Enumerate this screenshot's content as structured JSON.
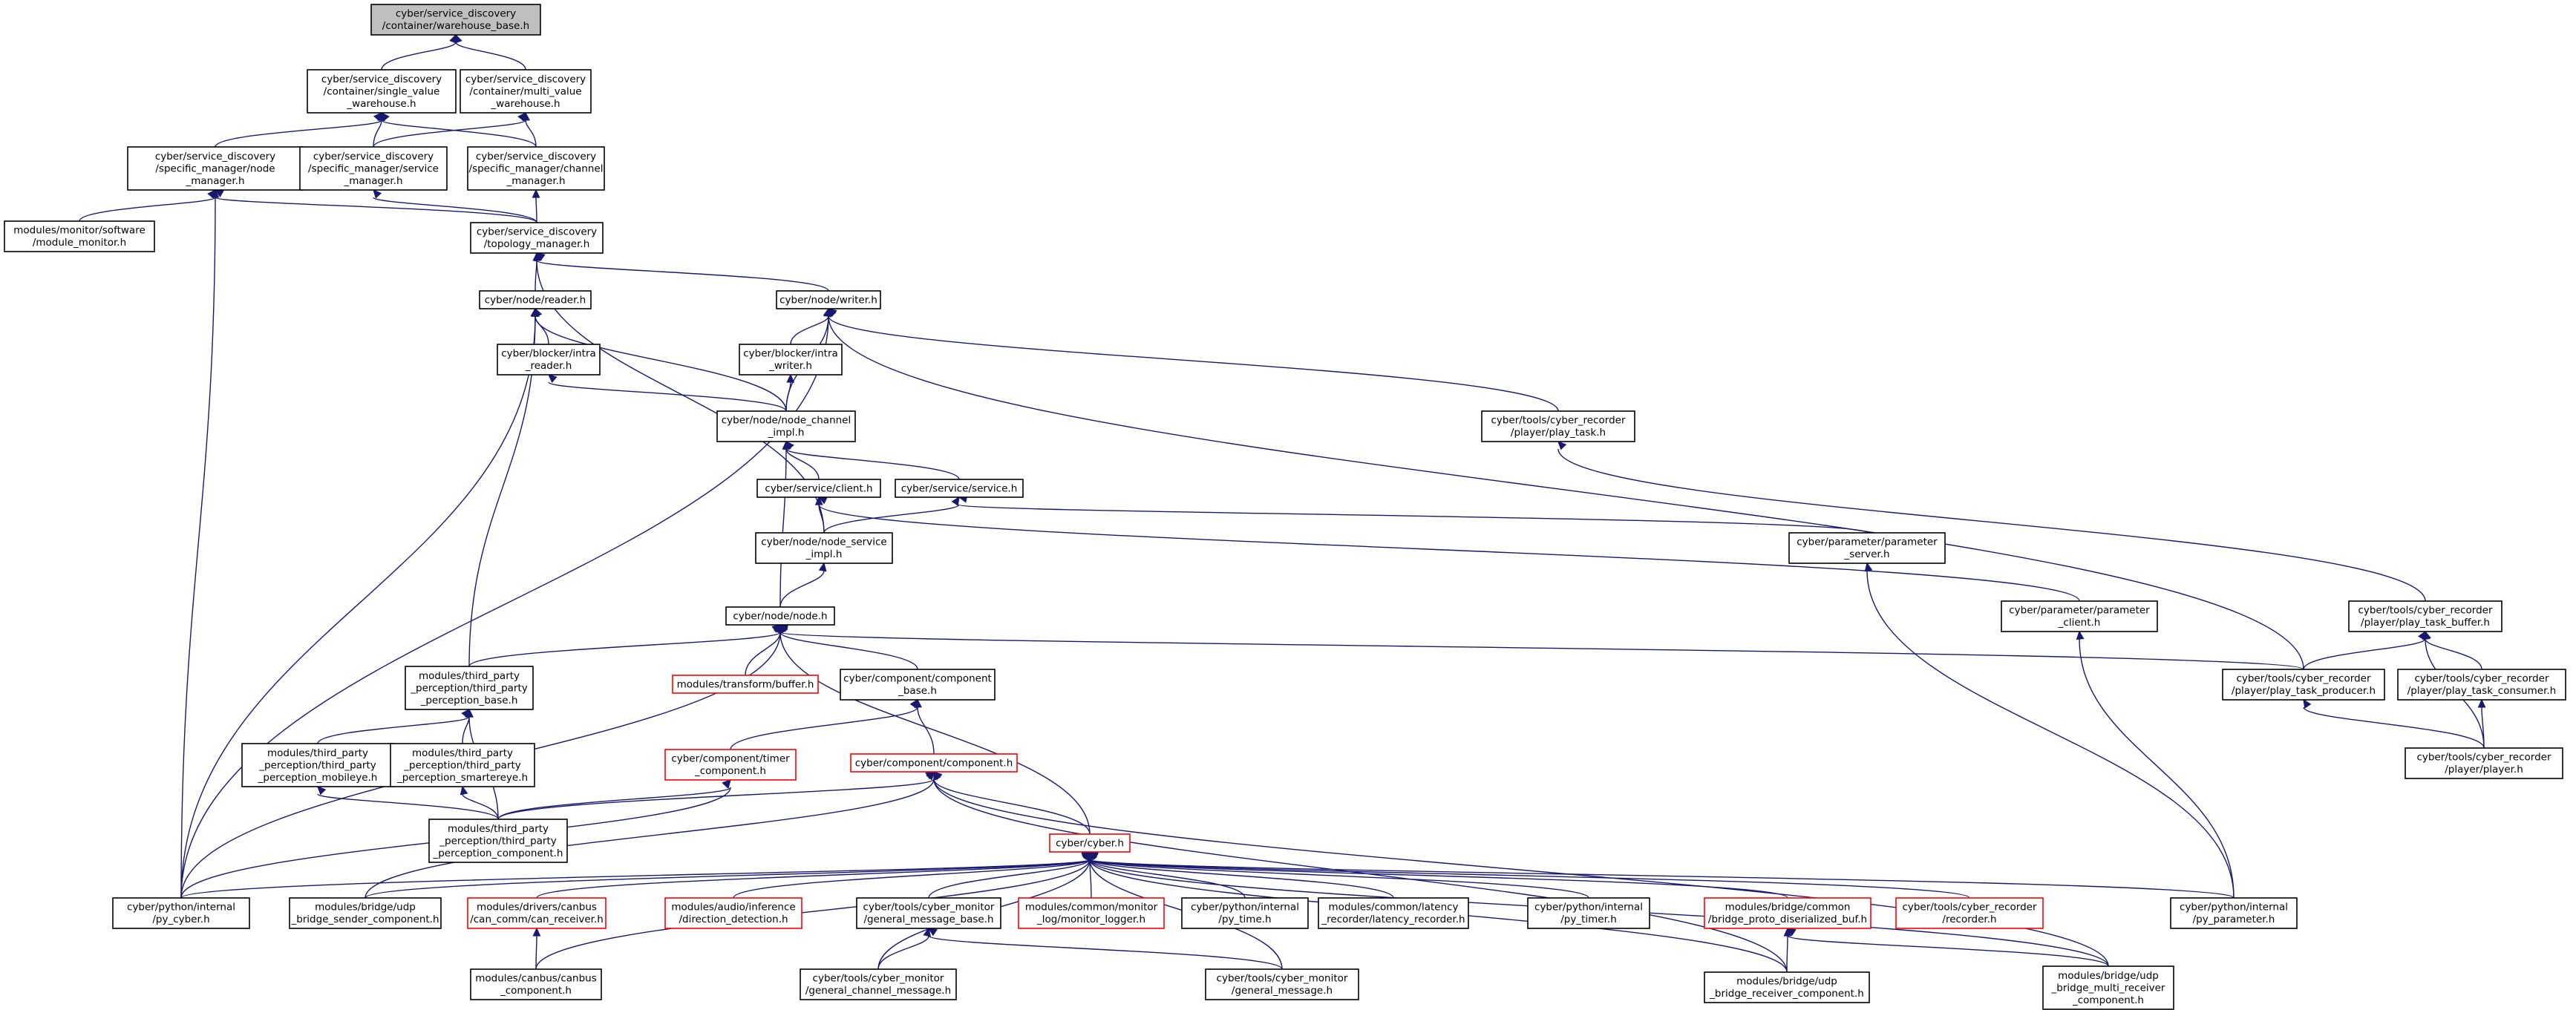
{
  "nodes": [
    {
      "id": "warehouse_base",
      "lines": [
        "cyber/service_discovery",
        "/container/warehouse_base.h"
      ],
      "root": true,
      "red": false
    },
    {
      "id": "single_value",
      "lines": [
        "cyber/service_discovery",
        "/container/single_value",
        "_warehouse.h"
      ],
      "root": false,
      "red": false
    },
    {
      "id": "multi_value",
      "lines": [
        "cyber/service_discovery",
        "/container/multi_value",
        "_warehouse.h"
      ],
      "root": false,
      "red": false
    },
    {
      "id": "node_manager",
      "lines": [
        "cyber/service_discovery",
        "/specific_manager/node",
        "_manager.h"
      ],
      "root": false,
      "red": false
    },
    {
      "id": "service_manager",
      "lines": [
        "cyber/service_discovery",
        "/specific_manager/service",
        "_manager.h"
      ],
      "root": false,
      "red": false
    },
    {
      "id": "channel_manager",
      "lines": [
        "cyber/service_discovery",
        "/specific_manager/channel",
        "_manager.h"
      ],
      "root": false,
      "red": false
    },
    {
      "id": "module_monitor",
      "lines": [
        "modules/monitor/software",
        "/module_monitor.h"
      ],
      "root": false,
      "red": false
    },
    {
      "id": "topology_manager",
      "lines": [
        "cyber/service_discovery",
        "/topology_manager.h"
      ],
      "root": false,
      "red": false
    },
    {
      "id": "reader",
      "lines": [
        "cyber/node/reader.h"
      ],
      "root": false,
      "red": false
    },
    {
      "id": "writer",
      "lines": [
        "cyber/node/writer.h"
      ],
      "root": false,
      "red": false
    },
    {
      "id": "intra_reader",
      "lines": [
        "cyber/blocker/intra",
        "_reader.h"
      ],
      "root": false,
      "red": false
    },
    {
      "id": "intra_writer",
      "lines": [
        "cyber/blocker/intra",
        "_writer.h"
      ],
      "root": false,
      "red": false
    },
    {
      "id": "node_channel_impl",
      "lines": [
        "cyber/node/node_channel",
        "_impl.h"
      ],
      "root": false,
      "red": false
    },
    {
      "id": "play_task",
      "lines": [
        "cyber/tools/cyber_recorder",
        "/player/play_task.h"
      ],
      "root": false,
      "red": false
    },
    {
      "id": "client",
      "lines": [
        "cyber/service/client.h"
      ],
      "root": false,
      "red": false
    },
    {
      "id": "service",
      "lines": [
        "cyber/service/service.h"
      ],
      "root": false,
      "red": false
    },
    {
      "id": "node_service_impl",
      "lines": [
        "cyber/node/node_service",
        "_impl.h"
      ],
      "root": false,
      "red": false
    },
    {
      "id": "parameter_server",
      "lines": [
        "cyber/parameter/parameter",
        "_server.h"
      ],
      "root": false,
      "red": false
    },
    {
      "id": "node",
      "lines": [
        "cyber/node/node.h"
      ],
      "root": false,
      "red": false
    },
    {
      "id": "parameter_client",
      "lines": [
        "cyber/parameter/parameter",
        "_client.h"
      ],
      "root": false,
      "red": false
    },
    {
      "id": "play_task_buffer",
      "lines": [
        "cyber/tools/cyber_recorder",
        "/player/play_task_buffer.h"
      ],
      "root": false,
      "red": false
    },
    {
      "id": "third_party_base",
      "lines": [
        "modules/third_party",
        "_perception/third_party",
        "_perception_base.h"
      ],
      "root": false,
      "red": false
    },
    {
      "id": "transform_buffer",
      "lines": [
        "modules/transform/buffer.h"
      ],
      "root": false,
      "red": true
    },
    {
      "id": "component_base",
      "lines": [
        "cyber/component/component",
        "_base.h"
      ],
      "root": false,
      "red": false
    },
    {
      "id": "play_task_producer",
      "lines": [
        "cyber/tools/cyber_recorder",
        "/player/play_task_producer.h"
      ],
      "root": false,
      "red": false
    },
    {
      "id": "play_task_consumer",
      "lines": [
        "cyber/tools/cyber_recorder",
        "/player/play_task_consumer.h"
      ],
      "root": false,
      "red": false
    },
    {
      "id": "mobileye",
      "lines": [
        "modules/third_party",
        "_perception/third_party",
        "_perception_mobileye.h"
      ],
      "root": false,
      "red": false
    },
    {
      "id": "smartereye",
      "lines": [
        "modules/third_party",
        "_perception/third_party",
        "_perception_smartereye.h"
      ],
      "root": false,
      "red": false
    },
    {
      "id": "timer_component",
      "lines": [
        "cyber/component/timer",
        "_component.h"
      ],
      "root": false,
      "red": true
    },
    {
      "id": "component",
      "lines": [
        "cyber/component/component.h"
      ],
      "root": false,
      "red": true
    },
    {
      "id": "player",
      "lines": [
        "cyber/tools/cyber_recorder",
        "/player/player.h"
      ],
      "root": false,
      "red": false
    },
    {
      "id": "third_party_component",
      "lines": [
        "modules/third_party",
        "_perception/third_party",
        "_perception_component.h"
      ],
      "root": false,
      "red": false
    },
    {
      "id": "cyber",
      "lines": [
        "cyber/cyber.h"
      ],
      "root": false,
      "red": true
    },
    {
      "id": "py_cyber",
      "lines": [
        "cyber/python/internal",
        "/py_cyber.h"
      ],
      "root": false,
      "red": false
    },
    {
      "id": "udp_sender",
      "lines": [
        "modules/bridge/udp",
        "_bridge_sender_component.h"
      ],
      "root": false,
      "red": false
    },
    {
      "id": "can_receiver",
      "lines": [
        "modules/drivers/canbus",
        "/can_comm/can_receiver.h"
      ],
      "root": false,
      "red": true
    },
    {
      "id": "direction_detection",
      "lines": [
        "modules/audio/inference",
        "/direction_detection.h"
      ],
      "root": false,
      "red": true
    },
    {
      "id": "general_message_base",
      "lines": [
        "cyber/tools/cyber_monitor",
        "/general_message_base.h"
      ],
      "root": false,
      "red": false
    },
    {
      "id": "monitor_logger",
      "lines": [
        "modules/common/monitor",
        "_log/monitor_logger.h"
      ],
      "root": false,
      "red": true
    },
    {
      "id": "py_time",
      "lines": [
        "cyber/python/internal",
        "/py_time.h"
      ],
      "root": false,
      "red": false
    },
    {
      "id": "latency_recorder",
      "lines": [
        "modules/common/latency",
        "_recorder/latency_recorder.h"
      ],
      "root": false,
      "red": false
    },
    {
      "id": "py_timer",
      "lines": [
        "cyber/python/internal",
        "/py_timer.h"
      ],
      "root": false,
      "red": false
    },
    {
      "id": "proto_serialized_buf",
      "lines": [
        "modules/bridge/common",
        "/bridge_proto_diserialized_buf.h"
      ],
      "root": false,
      "red": true
    },
    {
      "id": "recorder",
      "lines": [
        "cyber/tools/cyber_recorder",
        "/recorder.h"
      ],
      "root": false,
      "red": true
    },
    {
      "id": "py_parameter",
      "lines": [
        "cyber/python/internal",
        "/py_parameter.h"
      ],
      "root": false,
      "red": false
    },
    {
      "id": "canbus_component",
      "lines": [
        "modules/canbus/canbus",
        "_component.h"
      ],
      "root": false,
      "red": false
    },
    {
      "id": "general_channel_message",
      "lines": [
        "cyber/tools/cyber_monitor",
        "/general_channel_message.h"
      ],
      "root": false,
      "red": false
    },
    {
      "id": "general_message",
      "lines": [
        "cyber/tools/cyber_monitor",
        "/general_message.h"
      ],
      "root": false,
      "red": false
    },
    {
      "id": "udp_receiver",
      "lines": [
        "modules/bridge/udp",
        "_bridge_receiver_component.h"
      ],
      "root": false,
      "red": false
    },
    {
      "id": "udp_multi_receiver",
      "lines": [
        "modules/bridge/udp",
        "_bridge_multi_receiver",
        "_component.h"
      ],
      "root": false,
      "red": false
    }
  ],
  "edges": [
    [
      "single_value",
      "warehouse_base"
    ],
    [
      "multi_value",
      "warehouse_base"
    ],
    [
      "node_manager",
      "single_value"
    ],
    [
      "service_manager",
      "single_value"
    ],
    [
      "channel_manager",
      "single_value"
    ],
    [
      "service_manager",
      "multi_value"
    ],
    [
      "channel_manager",
      "multi_value"
    ],
    [
      "module_monitor",
      "node_manager"
    ],
    [
      "topology_manager",
      "node_manager"
    ],
    [
      "py_cyber",
      "node_manager"
    ],
    [
      "topology_manager",
      "service_manager"
    ],
    [
      "topology_manager",
      "channel_manager"
    ],
    [
      "reader",
      "topology_manager"
    ],
    [
      "writer",
      "topology_manager"
    ],
    [
      "node_service_impl",
      "topology_manager"
    ],
    [
      "intra_reader",
      "reader"
    ],
    [
      "node_channel_impl",
      "reader"
    ],
    [
      "third_party_base",
      "reader"
    ],
    [
      "py_cyber",
      "reader"
    ],
    [
      "intra_writer",
      "writer"
    ],
    [
      "node_channel_impl",
      "writer"
    ],
    [
      "play_task",
      "writer"
    ],
    [
      "play_task_producer",
      "writer"
    ],
    [
      "py_cyber",
      "writer"
    ],
    [
      "node_channel_impl",
      "intra_reader"
    ],
    [
      "node_channel_impl",
      "intra_writer"
    ],
    [
      "client",
      "node_channel_impl"
    ],
    [
      "service",
      "node_channel_impl"
    ],
    [
      "node",
      "node_channel_impl"
    ],
    [
      "play_task_buffer",
      "play_task"
    ],
    [
      "node_service_impl",
      "client"
    ],
    [
      "parameter_client",
      "client"
    ],
    [
      "node_service_impl",
      "service"
    ],
    [
      "parameter_server",
      "service"
    ],
    [
      "node",
      "node_service_impl"
    ],
    [
      "py_parameter",
      "parameter_server"
    ],
    [
      "third_party_base",
      "node"
    ],
    [
      "transform_buffer",
      "node"
    ],
    [
      "component_base",
      "node"
    ],
    [
      "cyber",
      "node"
    ],
    [
      "py_cyber",
      "node"
    ],
    [
      "play_task_producer",
      "node"
    ],
    [
      "py_parameter",
      "parameter_client"
    ],
    [
      "play_task_producer",
      "play_task_buffer"
    ],
    [
      "play_task_consumer",
      "play_task_buffer"
    ],
    [
      "player",
      "play_task_buffer"
    ],
    [
      "mobileye",
      "third_party_base"
    ],
    [
      "smartereye",
      "third_party_base"
    ],
    [
      "third_party_component",
      "third_party_base"
    ],
    [
      "timer_component",
      "component_base"
    ],
    [
      "component",
      "component_base"
    ],
    [
      "player",
      "play_task_producer"
    ],
    [
      "player",
      "play_task_consumer"
    ],
    [
      "third_party_component",
      "mobileye"
    ],
    [
      "third_party_component",
      "smartereye"
    ],
    [
      "third_party_component",
      "timer_component"
    ],
    [
      "py_cyber",
      "timer_component"
    ],
    [
      "third_party_component",
      "component"
    ],
    [
      "cyber",
      "component"
    ],
    [
      "udp_sender",
      "component"
    ],
    [
      "udp_receiver",
      "component"
    ],
    [
      "udp_multi_receiver",
      "component"
    ],
    [
      "py_cyber",
      "cyber"
    ],
    [
      "udp_sender",
      "cyber"
    ],
    [
      "can_receiver",
      "cyber"
    ],
    [
      "direction_detection",
      "cyber"
    ],
    [
      "general_message_base",
      "cyber"
    ],
    [
      "monitor_logger",
      "cyber"
    ],
    [
      "py_time",
      "cyber"
    ],
    [
      "latency_recorder",
      "cyber"
    ],
    [
      "py_timer",
      "cyber"
    ],
    [
      "proto_serialized_buf",
      "cyber"
    ],
    [
      "recorder",
      "cyber"
    ],
    [
      "py_parameter",
      "cyber"
    ],
    [
      "canbus_component",
      "cyber"
    ],
    [
      "general_channel_message",
      "cyber"
    ],
    [
      "general_message",
      "cyber"
    ],
    [
      "udp_receiver",
      "cyber"
    ],
    [
      "udp_multi_receiver",
      "cyber"
    ],
    [
      "canbus_component",
      "can_receiver"
    ],
    [
      "general_channel_message",
      "general_message_base"
    ],
    [
      "general_message",
      "general_message_base"
    ],
    [
      "udp_receiver",
      "proto_serialized_buf"
    ],
    [
      "udp_multi_receiver",
      "proto_serialized_buf"
    ]
  ]
}
